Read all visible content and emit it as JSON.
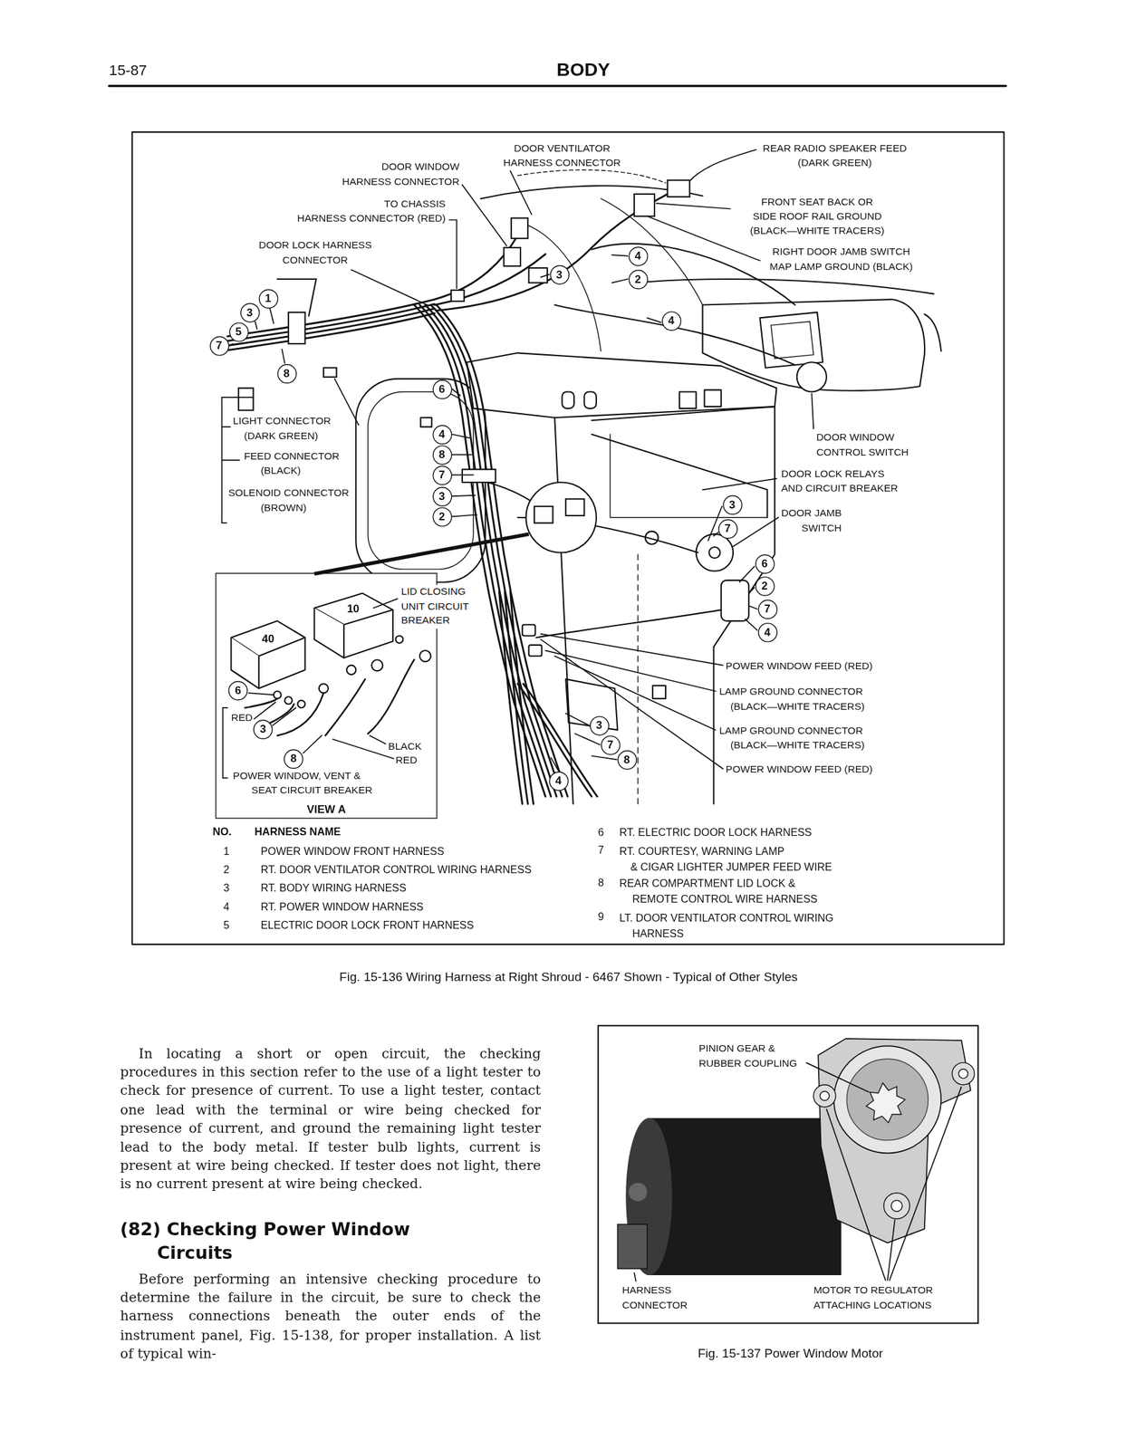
{
  "diagram": {
    "title": "BODY",
    "nodes": [
      {
        "text": [
          "4"
        ]
      },
      {
        "text": [
          "3"
        ]
      },
      {
        "text": [
          "2"
        ]
      },
      {
        "text": [
          "1"
        ]
      },
      {
        "text": [
          "3"
        ]
      },
      {
        "text": [
          "4"
        ]
      },
      {
        "text": [
          "5"
        ]
      },
      {
        "text": [
          "7"
        ]
      },
      {
        "text": [
          "8"
        ]
      },
      {
        "text": [
          "6"
        ]
      },
      {
        "text": [
          "4"
        ]
      },
      {
        "text": [
          "8"
        ]
      },
      {
        "text": [
          "7"
        ]
      },
      {
        "text": [
          "3"
        ]
      },
      {
        "text": [
          "3"
        ]
      },
      {
        "text": [
          "2"
        ]
      },
      {
        "text": [
          "7"
        ]
      },
      {
        "text": [
          "6"
        ]
      },
      {
        "text": [
          "VIEW A"
        ]
      },
      {
        "text": [
          "2"
        ]
      },
      {
        "text": [
          "7"
        ]
      },
      {
        "text": [
          "4"
        ]
      },
      {
        "text": [
          "6"
        ],
        "in": 18
      },
      {
        "text": [
          "3"
        ],
        "in": 18
      },
      {
        "text": [
          "3"
        ]
      },
      {
        "text": [
          "7"
        ]
      },
      {
        "text": [
          "8"
        ],
        "in": 18
      },
      {
        "text": [
          "8"
        ]
      },
      {
        "text": [
          "4"
        ]
      }
    ],
    "labels": [
      "15-87",
      "DOOR VENTILATOR HARNESS CONNECTOR",
      "DOOR WINDOW HARNESS CONNECTOR",
      "TO CHASSIS HARNESS CONNECTOR (RED)",
      "DOOR LOCK HARNESS CONNECTOR",
      "REAR RADIO SPEAKER FEED (DARK GREEN)",
      "FRONT SEAT BACK OR SIDE ROOF RAIL GROUND (BLACK—WHITE TRACERS)",
      "RIGHT DOOR JAMB SWITCH MAP LAMP GROUND (BLACK)",
      "LIGHT CONNECTOR (DARK GREEN)",
      "FEED CONNECTOR (BLACK)",
      "SOLENOID CONNECTOR (BROWN)",
      "DOOR WINDOW CONTROL SWITCH",
      "DOOR LOCK RELAYS AND CIRCUIT BREAKER",
      "DOOR JAMB SWITCH",
      "LID CLOSING UNIT CIRCUIT BREAKER",
      "POWER WINDOW FEED (RED)",
      "LAMP GROUND CONNECTOR (BLACK—WHITE TRACERS)",
      "LAMP GROUND CONNECTOR (BLACK—WHITE TRACERS)",
      "POWER WINDOW FEED (RED)",
      "40",
      "10",
      "RED",
      "BLACK",
      "RED",
      "POWER WINDOW, VENT & SEAT CIRCUIT BREAKER",
      "NO.",
      "HARNESS NAME",
      "1",
      "POWER WINDOW FRONT HARNESS",
      "2",
      "RT. DOOR VENTILATOR CONTROL WIRING HARNESS",
      "3",
      "RT. BODY WIRING HARNESS",
      "4",
      "RT. POWER WINDOW HARNESS",
      "5",
      "ELECTRIC DOOR LOCK FRONT HARNESS",
      "6",
      "RT. ELECTRIC DOOR LOCK HARNESS",
      "7",
      "RT. COURTESY, WARNING LAMP & CIGAR LIGHTER JUMPER FEED WIRE",
      "8",
      "REAR COMPARTMENT LID LOCK & REMOTE CONTROL WIRE HARNESS",
      "9",
      "LT. DOOR VENTILATOR CONTROL WIRING HARNESS",
      "Fig. 15-136 Wiring Harness at Right Shroud - 6467 Shown - Typical of Other Styles",
      "In locating a short or open circuit, the checking procedures in this section refer to the use of a light tester to check for presence of current. To use a light tester, contact one lead with the terminal or wire being checked for presence of current, and ground the remaining light tester lead to the body metal. If tester bulb lights, current is present at wire being checked. If tester does not light, there is no current present at wire being checked.",
      "(82) Checking Power Window Circuits",
      "Before performing an intensive checking procedure to determine the failure in the circuit, be sure to check the harness connections beneath the outer ends of the instrument panel, Fig. 15-138, for proper installation. A list of typical win-",
      "PINION GEAR & RUBBER COUPLING",
      "HARNESS CONNECTOR",
      "MOTOR TO REGULATOR ATTACHING LOCATIONS",
      "Fig. 15-137 Power Window Motor"
    ]
  }
}
